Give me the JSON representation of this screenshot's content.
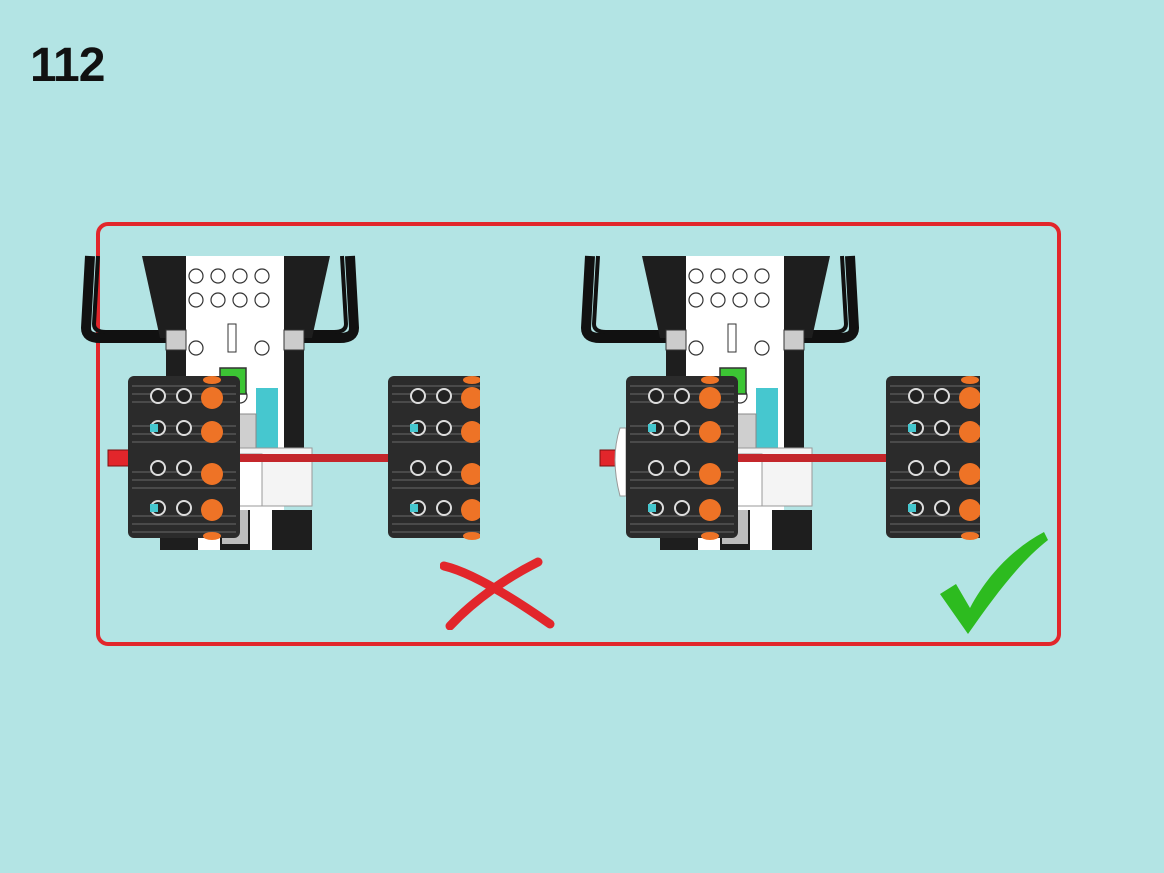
{
  "page": {
    "step_number": "112"
  },
  "colors": {
    "background": "#b3e4e4",
    "frame": "#e2262b",
    "wrong_mark": "#e2262b",
    "correct_mark": "#2dbb1f",
    "axle_stop": "#e2262b",
    "pin": "#ee7326",
    "beam": "#2b2b2b",
    "hub_white": "#ffffff",
    "button_green": "#3cc534",
    "panel_teal": "#46c7cf"
  },
  "illustrations": [
    {
      "id": "wrong",
      "alignment": "axle-centered",
      "verdict": "incorrect"
    },
    {
      "id": "correct",
      "alignment": "axle-extended",
      "verdict": "correct"
    }
  ],
  "icons": {
    "wrong": "cross-mark-icon",
    "correct": "check-mark-icon"
  }
}
